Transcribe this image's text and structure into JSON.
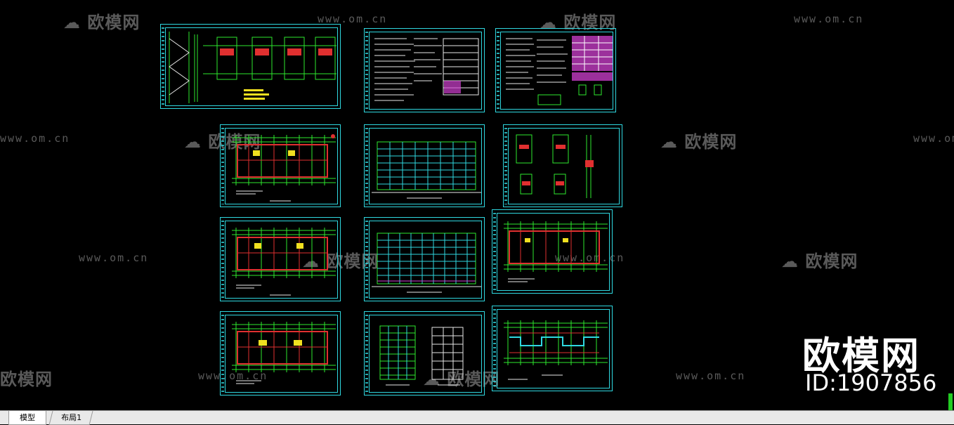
{
  "watermarks": {
    "logo_text": "欧模网",
    "url_text": "www.om.cn",
    "id_title": "欧模网",
    "id_label": "ID:1907856"
  },
  "layout_tabs": [
    {
      "label": "模型",
      "active": true
    },
    {
      "label": "布局1",
      "active": false
    }
  ],
  "colors": {
    "sheet_frame": "#2fd8e0",
    "drawing_green": "#2ee82e",
    "drawing_red": "#e03030",
    "drawing_yellow": "#f0e020",
    "drawing_magenta": "#d040d0",
    "canvas_background": "#000000"
  }
}
